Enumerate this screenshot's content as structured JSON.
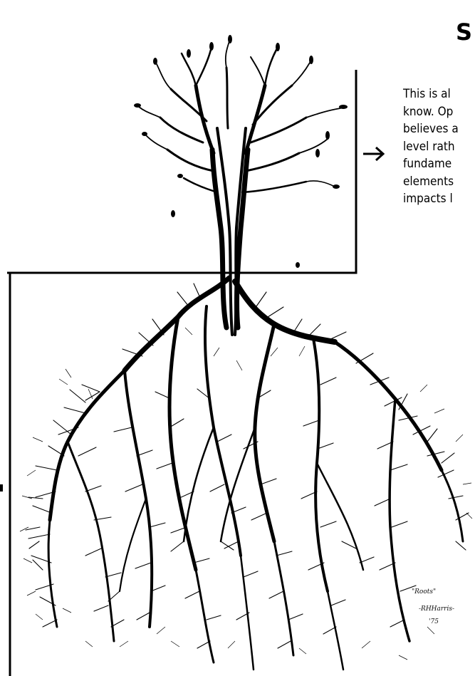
{
  "heading": "S",
  "caption_lines": [
    "This is al",
    "know. Op",
    "believes a",
    "level rath",
    "fundame",
    "elements",
    "impacts l"
  ],
  "signature": {
    "title": "\"Roots\"",
    "artist": "-RHHarris-",
    "year": "'75"
  },
  "icons": {
    "arrow": "right-arrow-icon"
  }
}
